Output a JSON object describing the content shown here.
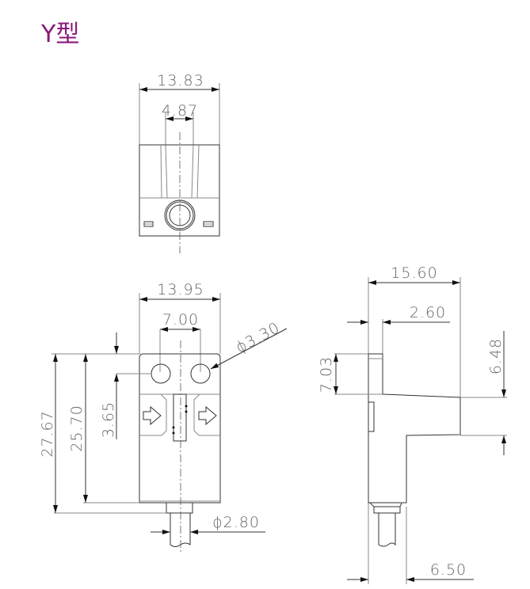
{
  "title": "Y型",
  "top_view": {
    "width_outer": "13.83",
    "slot_width": "4.87"
  },
  "front_view": {
    "width": "13.95",
    "hole_pitch": "7.00",
    "hole_diameter": "ϕ3.30",
    "total_height": "27.67",
    "body_height": "25.70",
    "hole_offset": "3.65",
    "cable_diameter": "ϕ2.80"
  },
  "side_view": {
    "depth": "15.60",
    "slot_depth": "2.60",
    "upper_height": "7.03",
    "flange_height": "6.48",
    "lower_depth": "6.50"
  },
  "colors": {
    "title": "#8a1a7a",
    "line": "#333333"
  }
}
